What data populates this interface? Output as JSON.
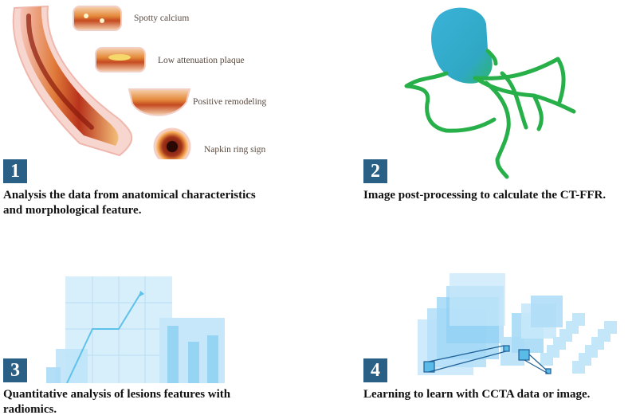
{
  "panels": [
    {
      "number": "1",
      "caption_line1": "Analysis the data from anatomical characteristics",
      "caption_line2": "and morphological feature.",
      "labels": [
        "Spotty calcium",
        "Low attenuation plaque",
        "Positive remodeling",
        "Napkin ring sign"
      ]
    },
    {
      "number": "2",
      "caption_line1": "Image post-processing to calculate the CT-FFR."
    },
    {
      "number": "3",
      "caption_line1": "Quantitative analysis of lesions features with",
      "caption_line2": "radiomics."
    },
    {
      "number": "4",
      "caption_line1": "Learning to learn with CCTA data or image."
    }
  ],
  "colors": {
    "badge": "#2a5f86",
    "vessel_green": "#27b04a",
    "aorta_blue": "#3aa7d6",
    "light_blue": "#9fd8f5"
  }
}
